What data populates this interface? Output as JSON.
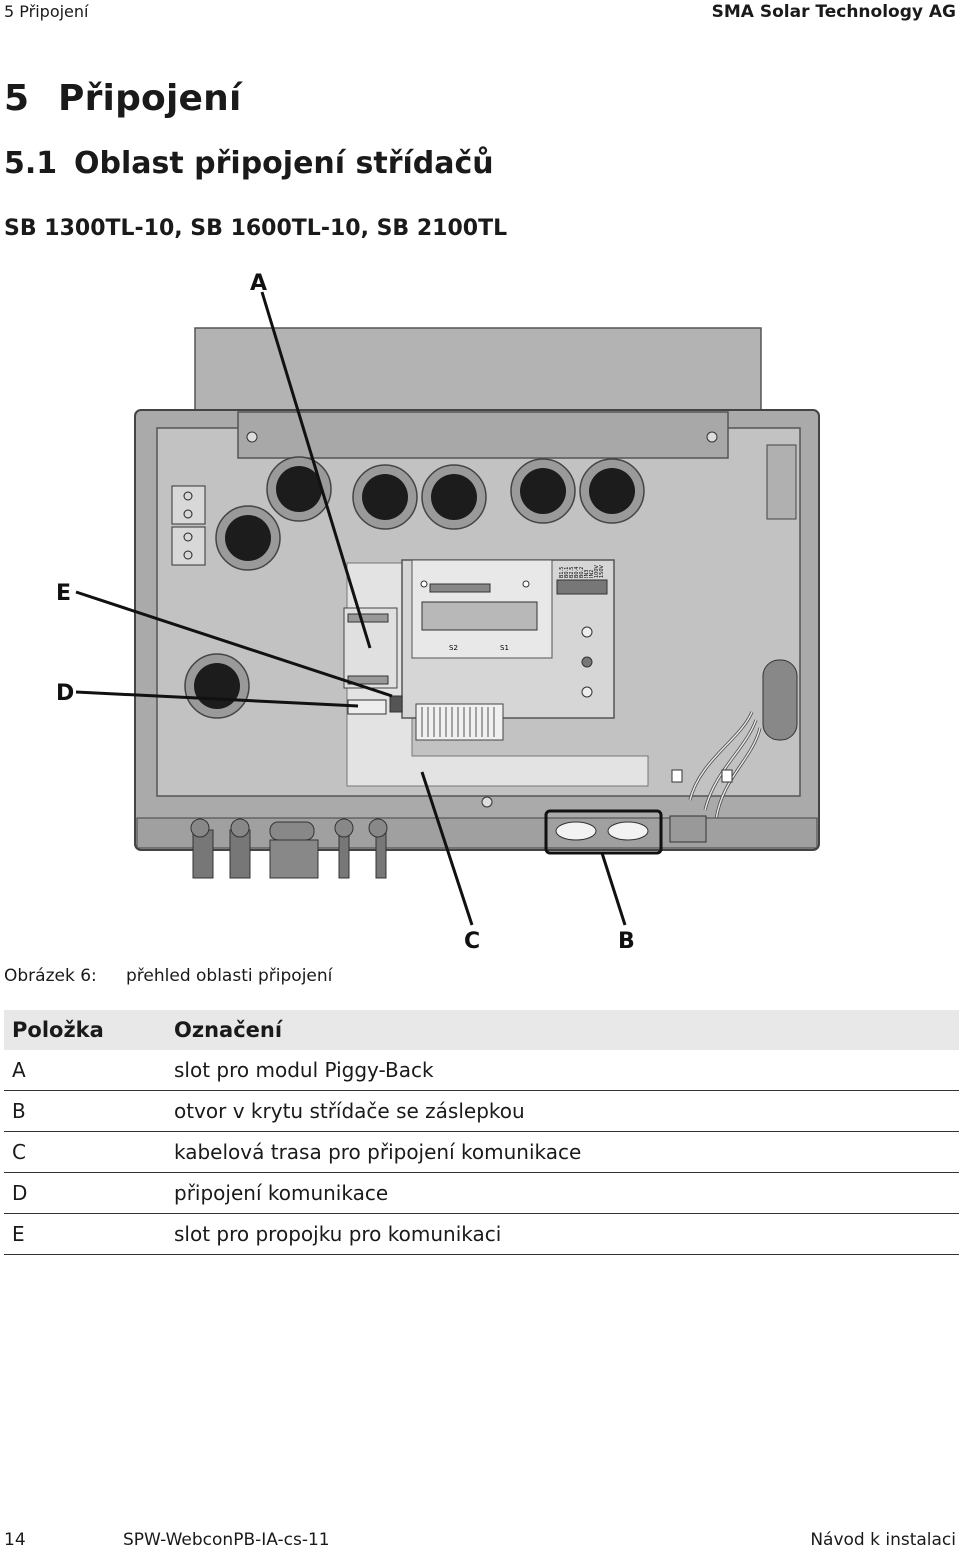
{
  "header": {
    "left": "5 Připojení",
    "right": "SMA Solar Technology AG"
  },
  "heading1": {
    "number": "5",
    "title": "Připojení"
  },
  "heading2": {
    "number": "5.1",
    "title": "Oblast připojení střídačů"
  },
  "heading3": "SB 1300TL-10, SB 1600TL-10, SB 2100TL",
  "figure": {
    "callouts": {
      "a": "A",
      "b": "B",
      "c": "C",
      "d": "D",
      "e": "E"
    },
    "board_labels": {
      "s1": "S1",
      "s2": "S2",
      "dip": [
        "B1.5",
        "B0.1",
        "B2.5",
        "B0.4",
        "B0.2",
        "IN3",
        "IN2",
        "100V",
        "150V"
      ]
    },
    "caption_label": "Obrázek 6:",
    "caption_text": "přehled oblasti připojení"
  },
  "legend": {
    "headers": [
      "Položka",
      "Označení"
    ],
    "rows": [
      [
        "A",
        "slot pro modul Piggy-Back"
      ],
      [
        "B",
        "otvor v krytu střídače se záslepkou"
      ],
      [
        "C",
        "kabelová trasa pro připojení komunikace"
      ],
      [
        "D",
        "připojení komunikace"
      ],
      [
        "E",
        "slot pro propojku pro komunikaci"
      ]
    ]
  },
  "footer": {
    "page": "14",
    "doc": "SPW-WebconPB-IA-cs-11",
    "right": "Návod k instalaci"
  }
}
